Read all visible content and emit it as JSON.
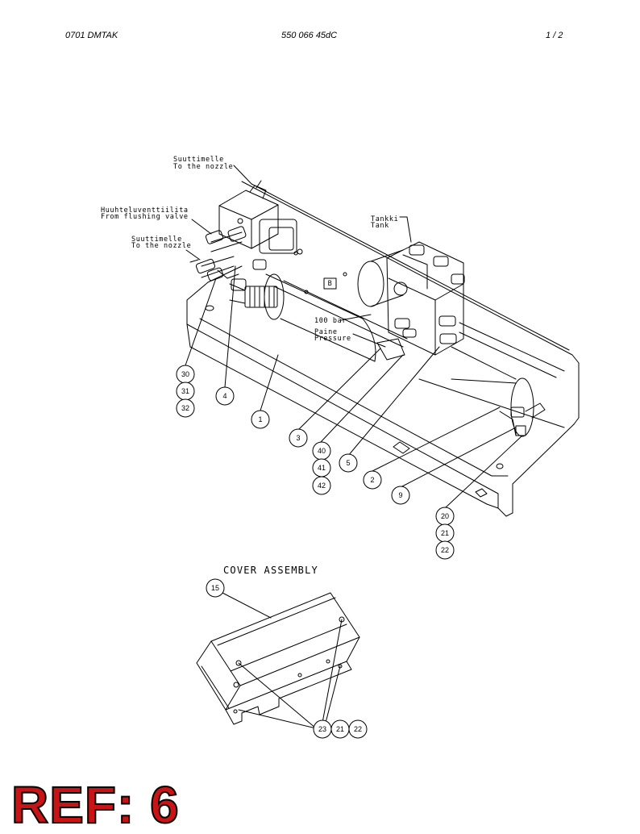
{
  "header": {
    "left": "0701 DMTAK",
    "center": "550 066 45dC",
    "right": "1 /  2"
  },
  "labels": {
    "nozzle_top_fi": "Suuttimelle",
    "nozzle_top_en": "To the nozzle",
    "flush_fi": "Huuhteluventtiilita",
    "flush_en": "From flushing valve",
    "nozzle_mid_fi": "Suuttimelle",
    "nozzle_mid_en": "To the nozzle",
    "tank_fi": "Tankki",
    "tank_en": "Tank",
    "box_b": "B",
    "bar": "100 bar",
    "pressure_fi": "Paine",
    "pressure_en": "Pressure",
    "cover_title": "COVER ASSEMBLY"
  },
  "callouts": {
    "c30": "30",
    "c31": "31",
    "c32": "32",
    "c4": "4",
    "c1": "1",
    "c3": "3",
    "c40": "40",
    "c41": "41",
    "c42": "42",
    "c5": "5",
    "c2": "2",
    "c9": "9",
    "c20": "20",
    "c21": "21",
    "c22": "22",
    "c15": "15",
    "c23": "23",
    "c21b": "21",
    "c22b": "22"
  },
  "stamp": {
    "text": "REF: 6",
    "color": "#c81414"
  }
}
